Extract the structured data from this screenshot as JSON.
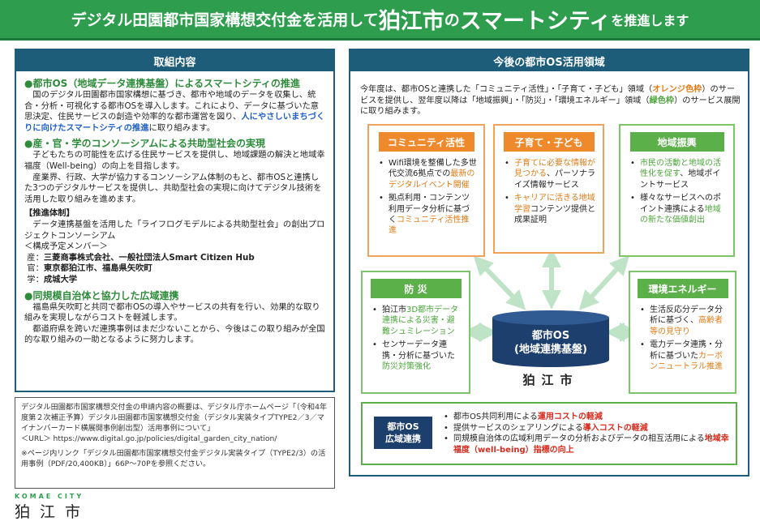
{
  "banner": {
    "part1": "デジタル田園都市国家構想交付金を活用して",
    "part2": "狛江市",
    "part3": "の",
    "part4": "スマートシティ",
    "part5": "を推進します"
  },
  "left_panel": {
    "title": "取組内容",
    "sec1": {
      "title": "●都市OS（地域データ連携基盤）によるスマートシティの推進",
      "body_a": "国のデジタル田園都市国家構想に基づき、都市や地域のデータを収集し、統合・分析・可視化する都市OSを導入します。これにより、データに基づいた意思決定、住民サービスの創造や効率的な都市運営を図り、",
      "body_b": "人にやさしいまちづくりに向けたスマートシティの推進",
      "body_c": "に取り組みます。"
    },
    "sec2": {
      "title": "●産・官・学のコンソーシアムによる共助型社会の実現",
      "body1": "子どもたちの可能性を広げる住民サービスを提供し、地域課題の解決と地域幸福度（Well-being）の向上を目指します。",
      "body2": "産業界、行政、大学が協力するコンソーシアム体制のもと、都市OSと連携した3つのデジタルサービスを提供し、共助型社会の実現に向けてデジタル技術を活用した取り組みを進めます。"
    },
    "structure": {
      "title": "【推進体制】",
      "body": "データ連携基盤を活用した「ライフログモデルによる共助型社会」の創出プロジェクトコンソーシアム",
      "members_label": "＜構成予定メンバー＞",
      "sangyo_label": "産：",
      "sangyo": "三菱商事株式会社、一般社団法人Smart Citizen Hub",
      "kan_label": "官：",
      "kan": "東京都狛江市、福島県矢吹町",
      "gaku_label": "学：",
      "gaku": "成城大学"
    },
    "sec3": {
      "title": "●同規模自治体と協力した広域連携",
      "body1": "福島県矢吹町と共同で都市OSの導入やサービスの共有を行い、効果的な取り組みを実現しながらコストを軽減します。",
      "body2": "都道府県を跨いだ連携事例はまだ少ないことから、今後はこの取り組みが全国的な取り組みの一助となるように努力します。"
    }
  },
  "note": {
    "line1": "デジタル田園都市国家構想交付金の申請内容の概要は、デジタル庁ホームページ「（令和4年度第２次補正予算）デジタル田園都市国家構想交付金（デジタル実装タイプTYPE2／3／マイナンバーカード横展開事例創出型）活用事例について」",
    "url": "＜URL＞ https://www.digital.go.jp/policies/digital_garden_city_nation/",
    "line2": "※ページ内リンク「デジタル田園都市国家構想交付金デジタル実装タイプ（TYPE2/3）の活用事例（PDF/20,400KB）」66P～70Pを参照ください。"
  },
  "logo": {
    "en": "KOMAE CITY",
    "jp": "狛江市"
  },
  "right_panel": {
    "title": "今後の都市OS活用領域",
    "intro_a": "今年度は、都市OSと連携した「コミュニティ活性」・「子育て・子ども」領域（",
    "intro_orange": "オレンジ色枠",
    "intro_b": "）のサービスを提供し、翌年度以降は「地域振興」・「防災」・「環境エネルギー」領域（",
    "intro_green": "緑色枠",
    "intro_c": "）のサービス展開に取り組みます。",
    "community": {
      "title": "コミュニティ活性",
      "i1a": "Wifi環境を整備した多世代交流6拠点での",
      "i1b": "最新のデジタルイベント開催",
      "i2a": "拠点利用・コンテンツ利用データ分析に基づく",
      "i2b": "コミュニティ活性推進"
    },
    "kosodate": {
      "title": "子育て・子ども",
      "i1a": "子育てに必要な情報が見つかる",
      "i1b": "、パーソナライズ情報サービス",
      "i2a": "キャリアに活きる地域学習",
      "i2b": "コンテンツ提供と成果証明"
    },
    "chiiki": {
      "title": "地域振興",
      "i1a": "市民の活動と地域の活性化を促す",
      "i1b": "、地域ポイントサービス",
      "i2a": "様々なサービスへのポイント連携による",
      "i2b": "地域の新たな価値創出"
    },
    "bousai": {
      "title": "防 災",
      "i1a": "狛江市",
      "i1b": "3D都市データ連携による災害・避難シュミレーション",
      "i2a": "センサーデータ連携・分析に基づいた",
      "i2b": "防災対策強化"
    },
    "kankyo": {
      "title": "環境エネルギー",
      "i1a": "生活反応分データ分析に基づく、",
      "i1b": "高齢者等の見守り",
      "i2a": "電力データ連携・分析に基づいた",
      "i2b": "カーボンニュートラル推進"
    },
    "center": {
      "line1": "都市OS",
      "line2": "(地域連携基盤)",
      "city": "狛江市"
    },
    "bottom": {
      "badge1": "都市OS",
      "badge2": "広域連携",
      "b1a": "都市OS共同利用による",
      "b1b": "運用コストの軽減",
      "b2a": "提供サービスのシェアリングによる",
      "b2b": "導入コストの軽減",
      "b3a": "同規模自治体の広域利用データの分析およびデータの相互活用による",
      "b3b": "地域幸福度（well-being）指標の向上"
    }
  },
  "colors": {
    "green": "#2e9e4e",
    "navy": "#1d5d7a",
    "orange": "#ef8a2c",
    "red": "#d62c1f",
    "blue": "#1f5fc9"
  }
}
